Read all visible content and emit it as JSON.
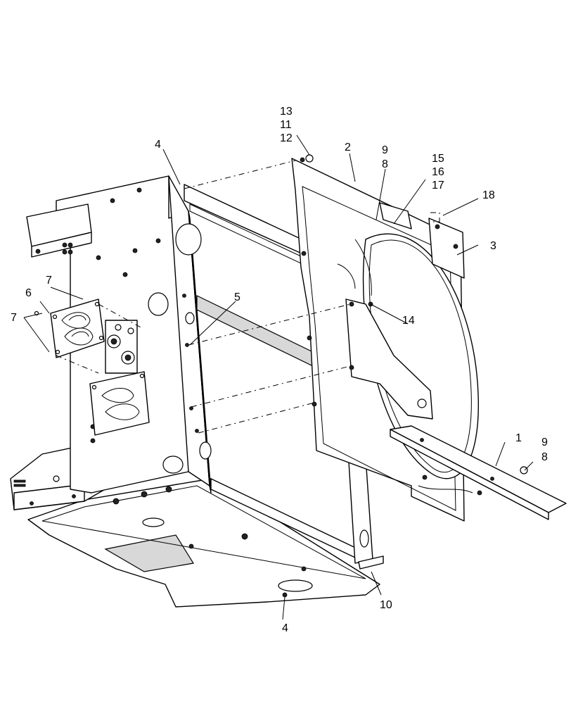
{
  "callouts": {
    "c1": "1",
    "c2": "2",
    "c3": "3",
    "c4_top": "4",
    "c4_bottom": "4",
    "c5": "5",
    "c6": "6",
    "c7_top": "7",
    "c7_left": "7",
    "c8_top": "8",
    "c8_right": "8",
    "c9_top": "9",
    "c9_right": "9",
    "c10": "10",
    "c11": "11",
    "c12": "12",
    "c13": "13",
    "c14": "14",
    "c15": "15",
    "c16": "16",
    "c17": "17",
    "c18": "18"
  }
}
